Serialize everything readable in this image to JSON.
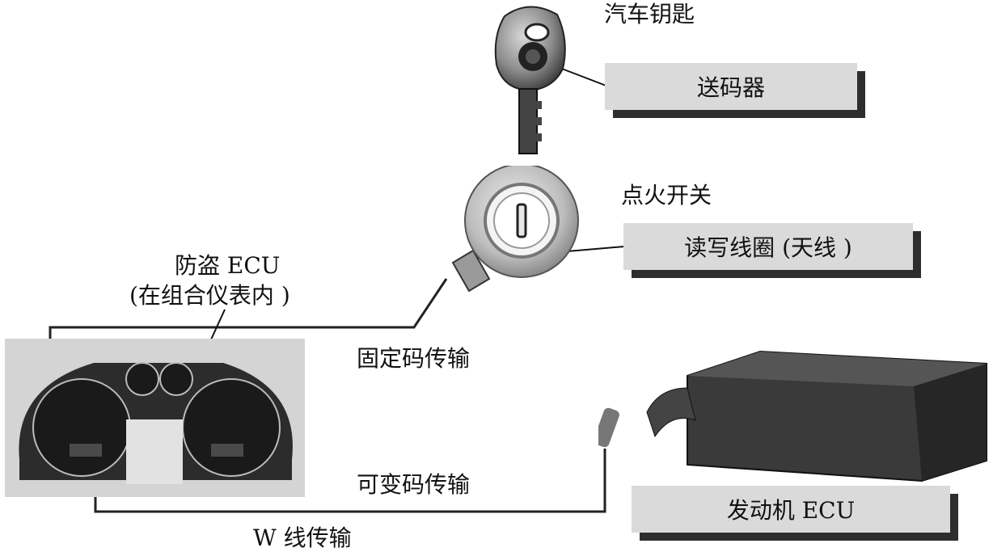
{
  "labels": {
    "car_key": "汽车钥匙",
    "transponder": "送码器",
    "ignition_switch": "点火开关",
    "read_write_coil": "读写线圈 (天线 )",
    "immobilizer_ecu_line1": "防盗 ECU",
    "immobilizer_ecu_line2": "(在组合仪表内 )",
    "fixed_code_transfer": "固定码传输",
    "variable_code_transfer": "可变码传输",
    "w_line_transfer": "W 线传输",
    "engine_ecu": "发动机 ECU"
  }
}
